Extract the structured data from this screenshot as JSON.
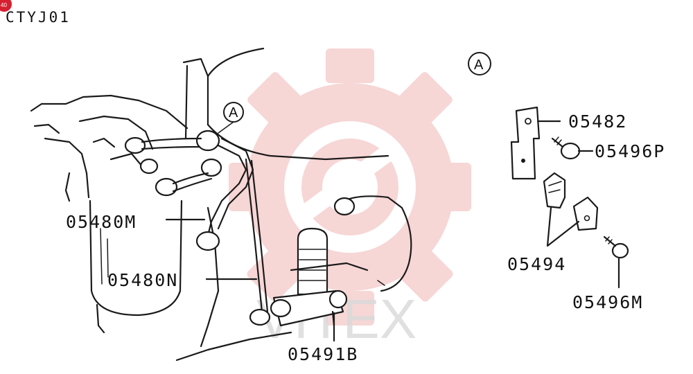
{
  "diagram_code": "CTYJ01",
  "badge_text": "40",
  "detail_marker": "A",
  "watermark_text": "VITEX",
  "parts": {
    "p05480M": "05480M",
    "p05480N": "05480N",
    "p05491B": "05491B",
    "p05482": "05482",
    "p05496P": "05496P",
    "p05494": "05494",
    "p05496M": "05496M"
  },
  "colors": {
    "line": "#1a1a1a",
    "watermark_gear": "#f5c9c9",
    "badge": "#d62030"
  }
}
